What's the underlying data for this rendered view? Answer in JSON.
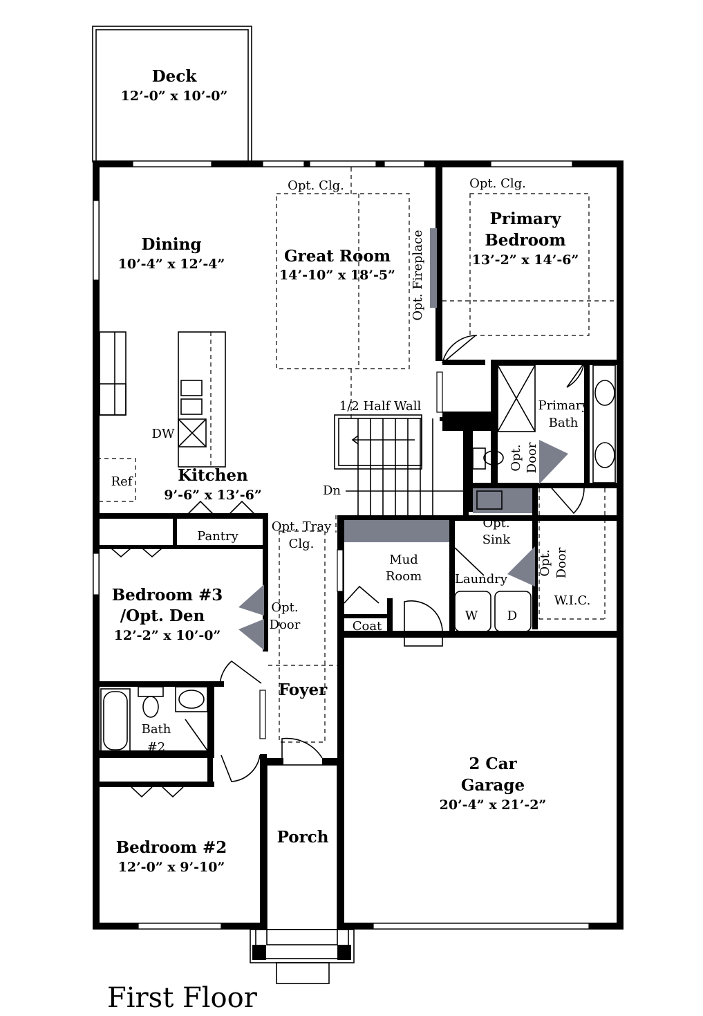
{
  "title": "First Floor",
  "rooms": {
    "deck": {
      "name": "Deck",
      "dims": "12’-0” x 10’-0”"
    },
    "dining": {
      "name": "Dining",
      "dims": "10’-4” x 12’-4”"
    },
    "great_room": {
      "name": "Great Room",
      "dims": "14’-10” x 18’-5”"
    },
    "primary_bedroom": {
      "name_line1": "Primary",
      "name_line2": "Bedroom",
      "dims": "13’-2” x 14’-6”"
    },
    "kitchen": {
      "name": "Kitchen",
      "dims": "9’-6” x 13’-6”"
    },
    "bedroom3": {
      "name_line1": "Bedroom #3",
      "name_line2": "/Opt. Den",
      "dims": "12’-2” x 10’-0”"
    },
    "foyer": {
      "name": "Foyer"
    },
    "garage": {
      "name_line1": "2 Car",
      "name_line2": "Garage",
      "dims": "20’-4” x 21’-2”"
    },
    "porch": {
      "name": "Porch"
    },
    "bedroom2": {
      "name": "Bedroom #2",
      "dims": "12’-0” x 9’-10”"
    }
  },
  "labels": {
    "opt_clg_great": "Opt. Clg.",
    "opt_clg_primary": "Opt. Clg.",
    "opt_fireplace": "Opt. Fireplace",
    "half_wall": "1/2 Half Wall",
    "primary_bath_1": "Primary",
    "primary_bath_2": "Bath",
    "dw": "DW",
    "ref": "Ref",
    "dn": "Dn",
    "opt_door_toilet_1": "Opt.",
    "opt_door_toilet_2": "Door",
    "opt_sink_1": "Opt.",
    "opt_sink_2": "Sink",
    "pantry": "Pantry",
    "opt_tray_1": "Opt. Tray",
    "opt_tray_2": "Clg.",
    "mud_room_1": "Mud",
    "mud_room_2": "Room",
    "laundry": "Laundry",
    "opt_door_wic_1": "Opt.",
    "opt_door_wic_2": "Door",
    "wic": "W.I.C.",
    "washer": "W",
    "dryer": "D",
    "coat": "Coat",
    "opt_door_bed3_1": "Opt.",
    "opt_door_bed3_2": "Door",
    "bath2_1": "Bath",
    "bath2_2": "#2"
  },
  "colors": {
    "wall": "#000000",
    "optional_fill": "#7b7f8c"
  }
}
